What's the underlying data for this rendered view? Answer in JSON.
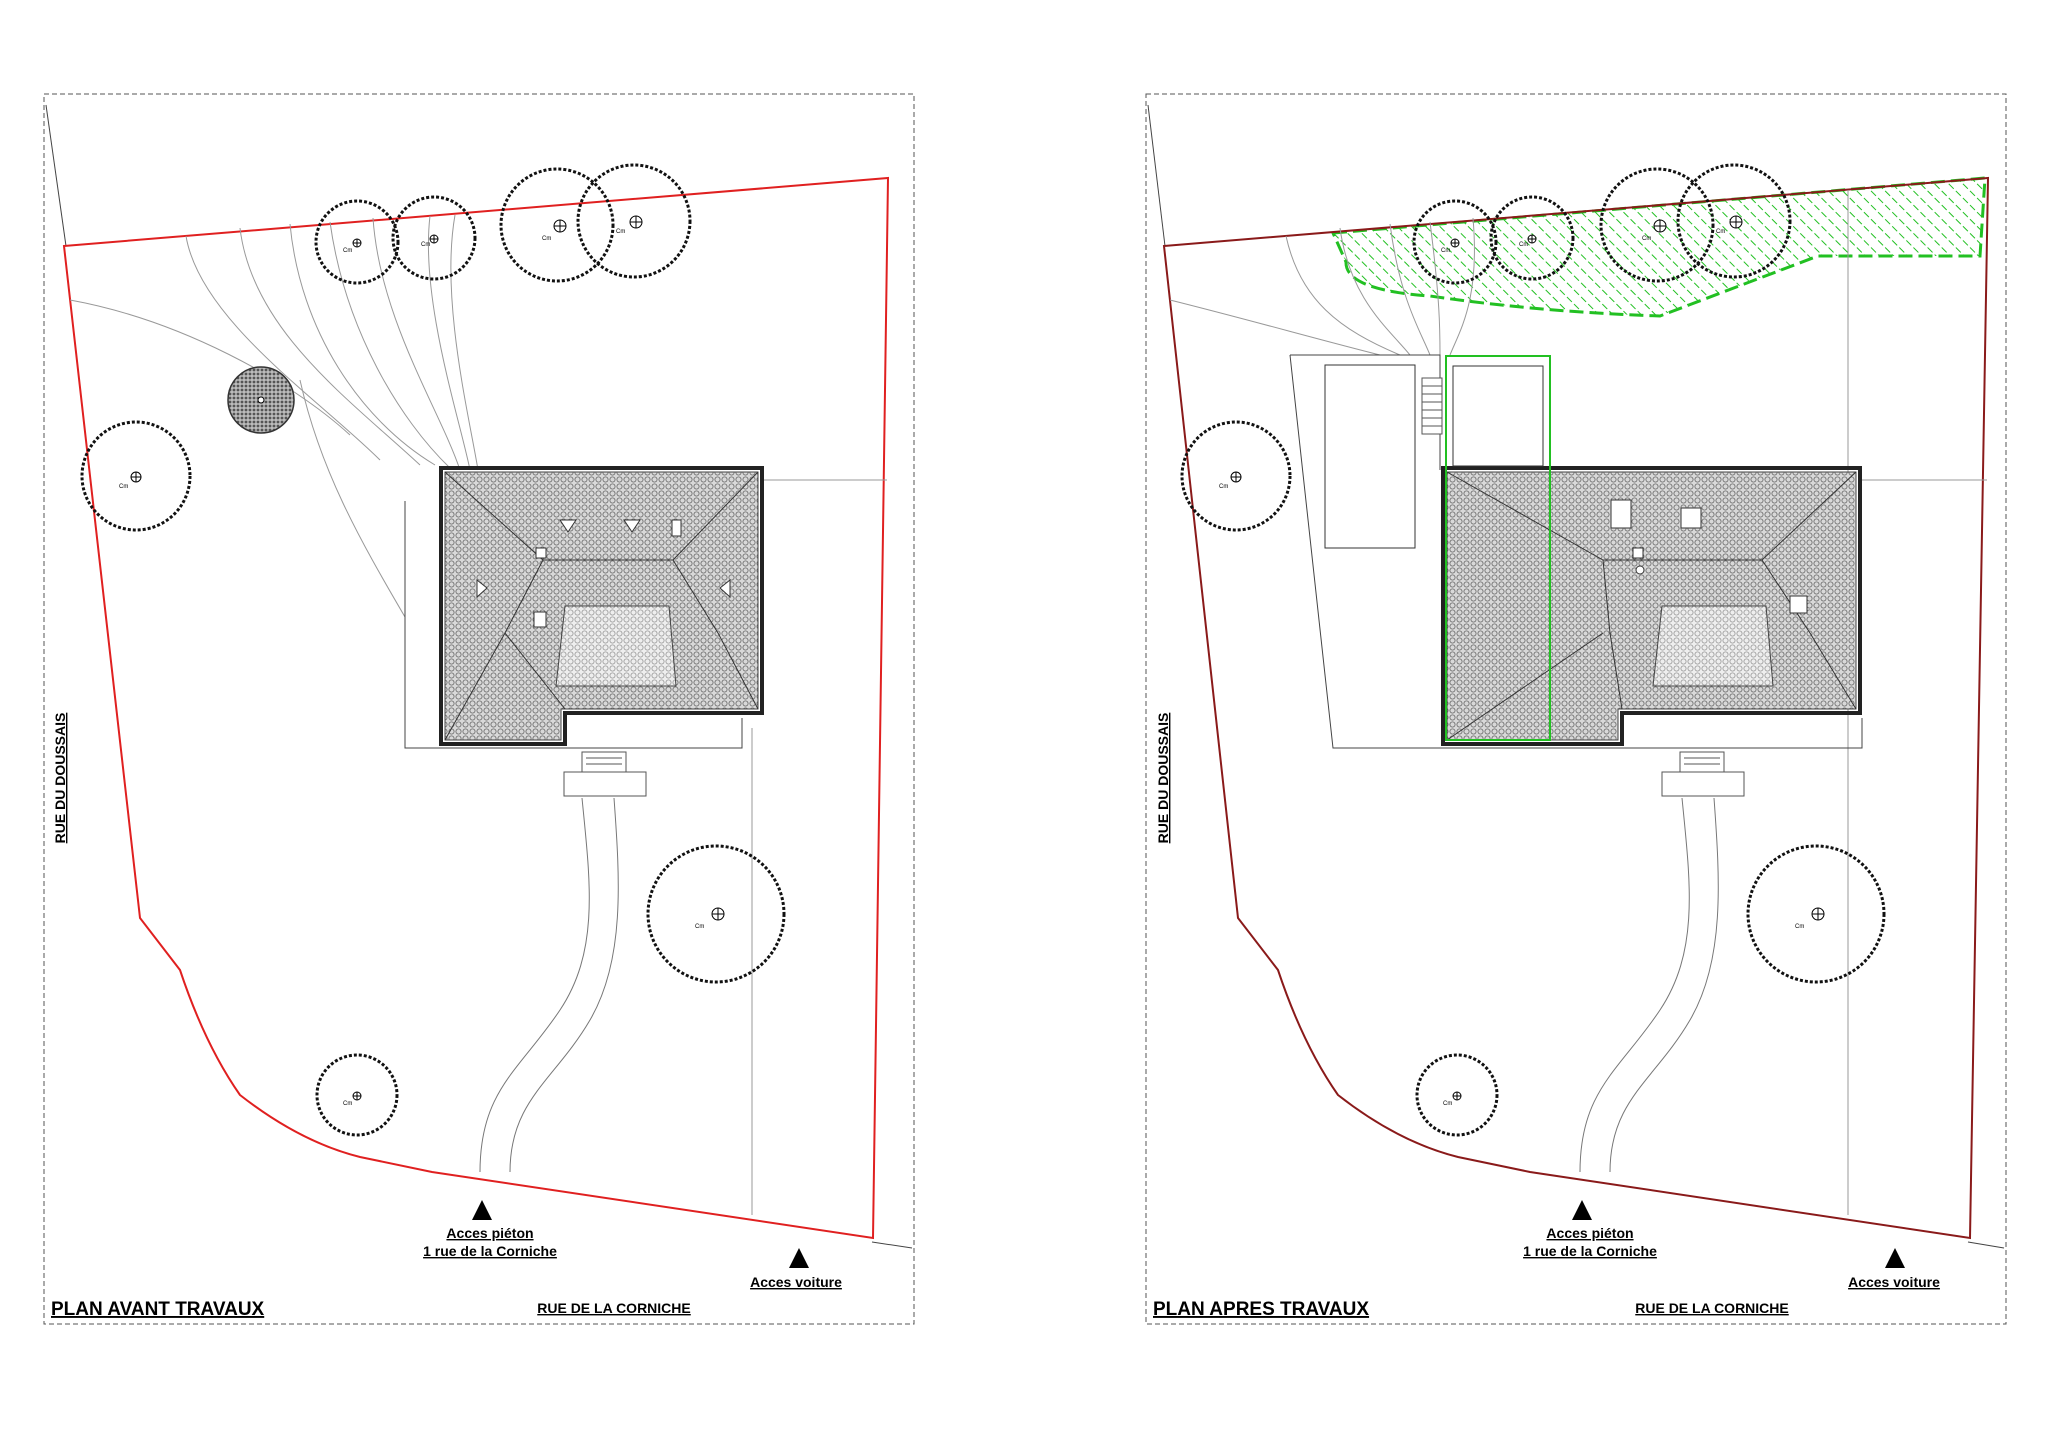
{
  "colors": {
    "property_line": "#e02020",
    "property_line_after": "#8a1a1a",
    "modification": "#22c022",
    "ink": "#000000",
    "thin_line": "#999999",
    "roof": "#888888"
  },
  "tree_label": "Cm",
  "plans": [
    {
      "id": "before",
      "title": "PLAN AVANT TRAVAUX",
      "street_left": "RUE DU DOUSSAIS",
      "street_bottom": "RUE DE LA CORNICHE",
      "access_pedestrian": "Acces piéton",
      "access_pedestrian_address": "1 rue de la Corniche",
      "access_car": "Acces voiture"
    },
    {
      "id": "after",
      "title": "PLAN APRES TRAVAUX",
      "street_left": "RUE DU DOUSSAIS",
      "street_bottom": "RUE DE LA CORNICHE",
      "access_pedestrian": "Acces piéton",
      "access_pedestrian_address": "1 rue de la Corniche",
      "access_car": "Acces voiture"
    }
  ]
}
